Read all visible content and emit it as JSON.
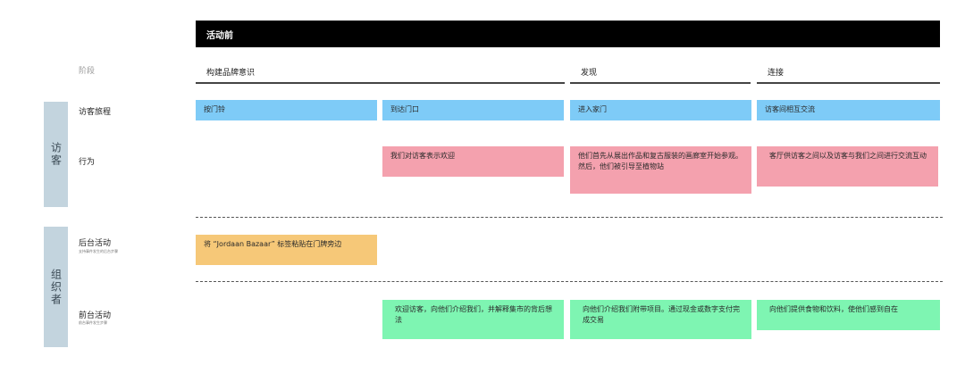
{
  "header": {
    "title": "活动前"
  },
  "stage_label": "阶段",
  "phases": [
    "构建品牌意识",
    "发现",
    "连接"
  ],
  "sidebar": {
    "visitor": "访客",
    "organizer": "组织者"
  },
  "rows": {
    "journey": "访客旅程",
    "behavior": "行为",
    "backstage": {
      "label": "后台活动",
      "sub": "支持事件发生的后台步骤"
    },
    "frontstage": {
      "label": "前台活动",
      "sub": "前台事件发生步骤"
    }
  },
  "journey_cards": [
    "按门铃",
    "到达门口",
    "进入家门",
    "访客间相互交流"
  ],
  "behavior_cards": [
    "我们对访客表示欢迎",
    "他们首先从展出作品和复古服装的画廊室开始参观。然后，他们被引导至植物站",
    "客厅供访客之间以及访客与我们之间进行交流互动"
  ],
  "backstage_cards": [
    "将 “Jordaan Bazaar” 标签粘贴在门牌旁边"
  ],
  "frontstage_cards": [
    "欢迎访客，向他们介绍我们，并解释集市的背后想法",
    "向他们介绍我们附带项目。通过现金或数字支付完成交易",
    "向他们提供食物和饮料，使他们感到自在"
  ],
  "colors": {
    "journey": "#7ecbf7",
    "behavior": "#f4a1ae",
    "backstage": "#f6c878",
    "frontstage": "#7ef5b2",
    "sidebar": "#c3d4de"
  }
}
